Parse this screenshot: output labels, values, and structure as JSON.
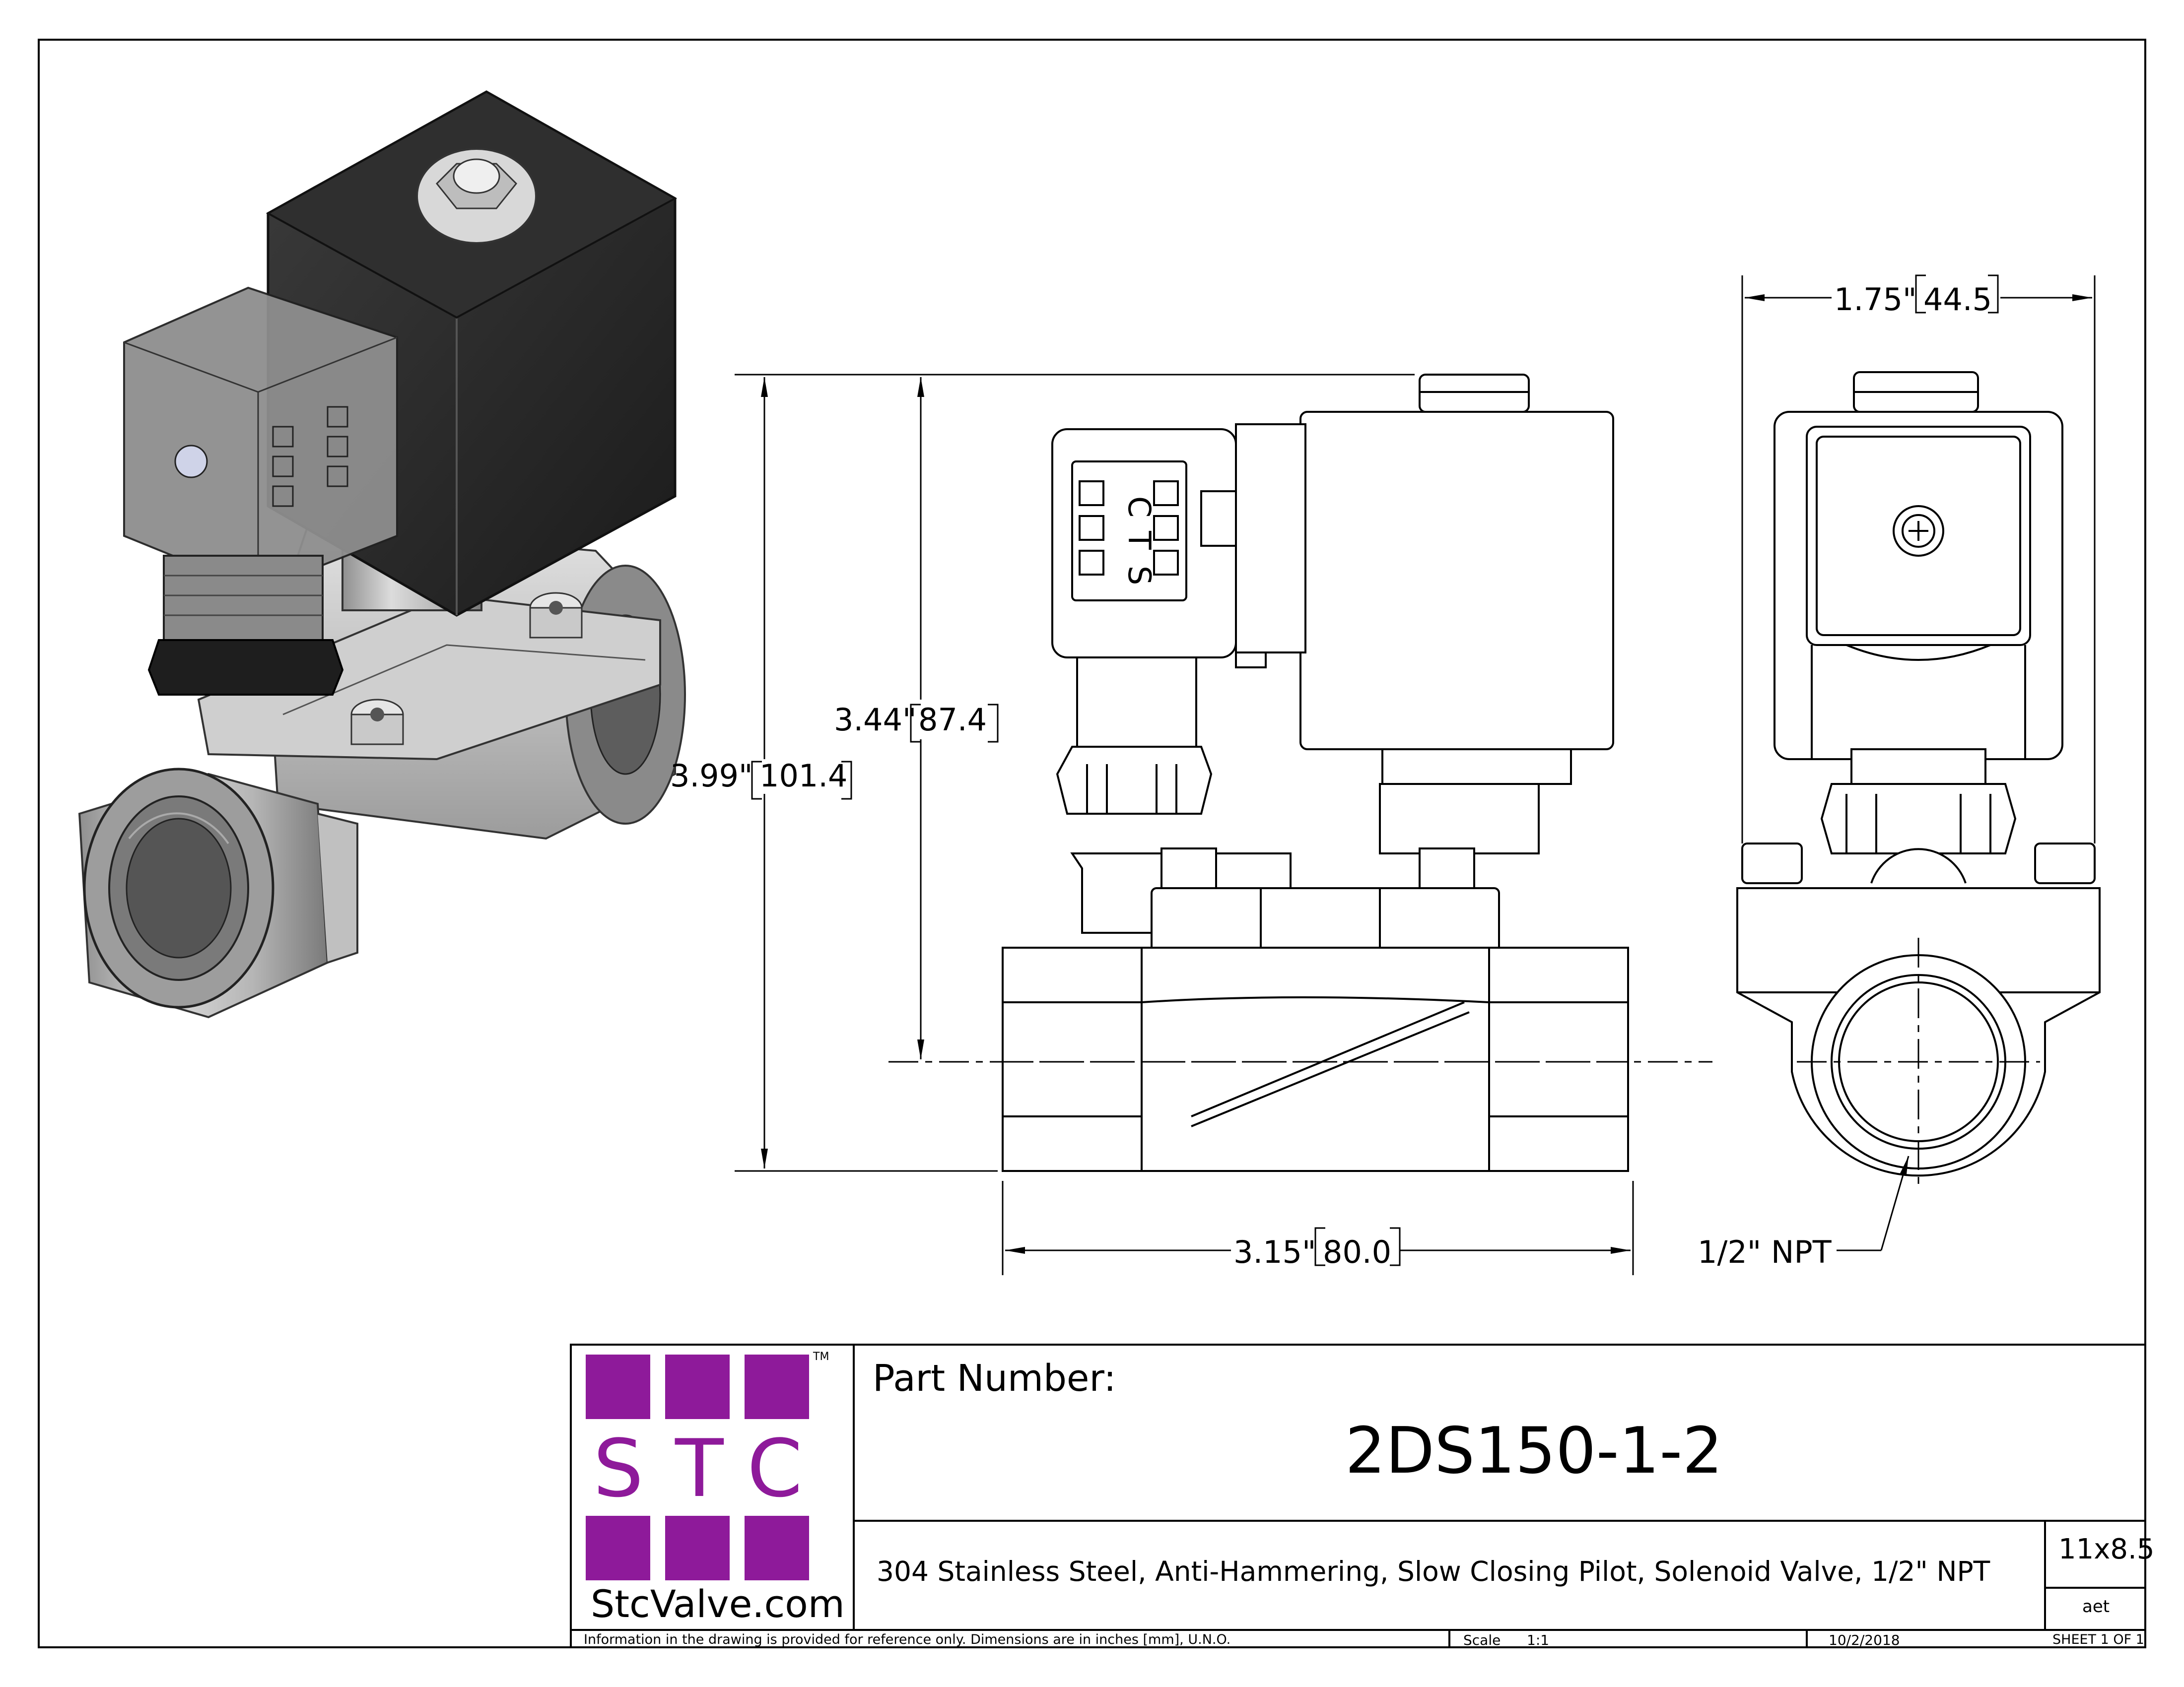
{
  "dimensions": {
    "height_overall": "3.99\"",
    "height_overall_mm": "101.4",
    "height_center": "3.44\"",
    "height_center_mm": "87.4",
    "length": "3.15\"",
    "length_mm": "80.0",
    "width": "1.75\"",
    "width_mm": "44.5",
    "port_callout": "1/2\" NPT"
  },
  "drawing_marks": {
    "coil_letters": [
      "S",
      "T",
      "C"
    ]
  },
  "title_block": {
    "logo_letters": [
      "S",
      "T",
      "C"
    ],
    "trademark": "TM",
    "logo_site": "StcValve.com",
    "part_number_label": "Part Number:",
    "part_number": "2DS150-1-2",
    "description": "304 Stainless Steel, Anti-Hammering, Slow Closing Pilot, Solenoid Valve, 1/2\" NPT",
    "paper_size": "11x8.5",
    "drawn_by": "aet",
    "disclaimer": "Information in the drawing is provided for reference only. Dimensions are in inches [mm], U.N.O.",
    "scale_label": "Scale",
    "scale_value": "1:1",
    "date": "10/2/2018",
    "sheet": "SHEET 1 OF 1"
  },
  "colors": {
    "logo_purple": "#8e1a9a",
    "coil_black": "#2b2b2b",
    "steel_gray": "#c4c4c4",
    "connector_gray": "#8c8c8c"
  }
}
